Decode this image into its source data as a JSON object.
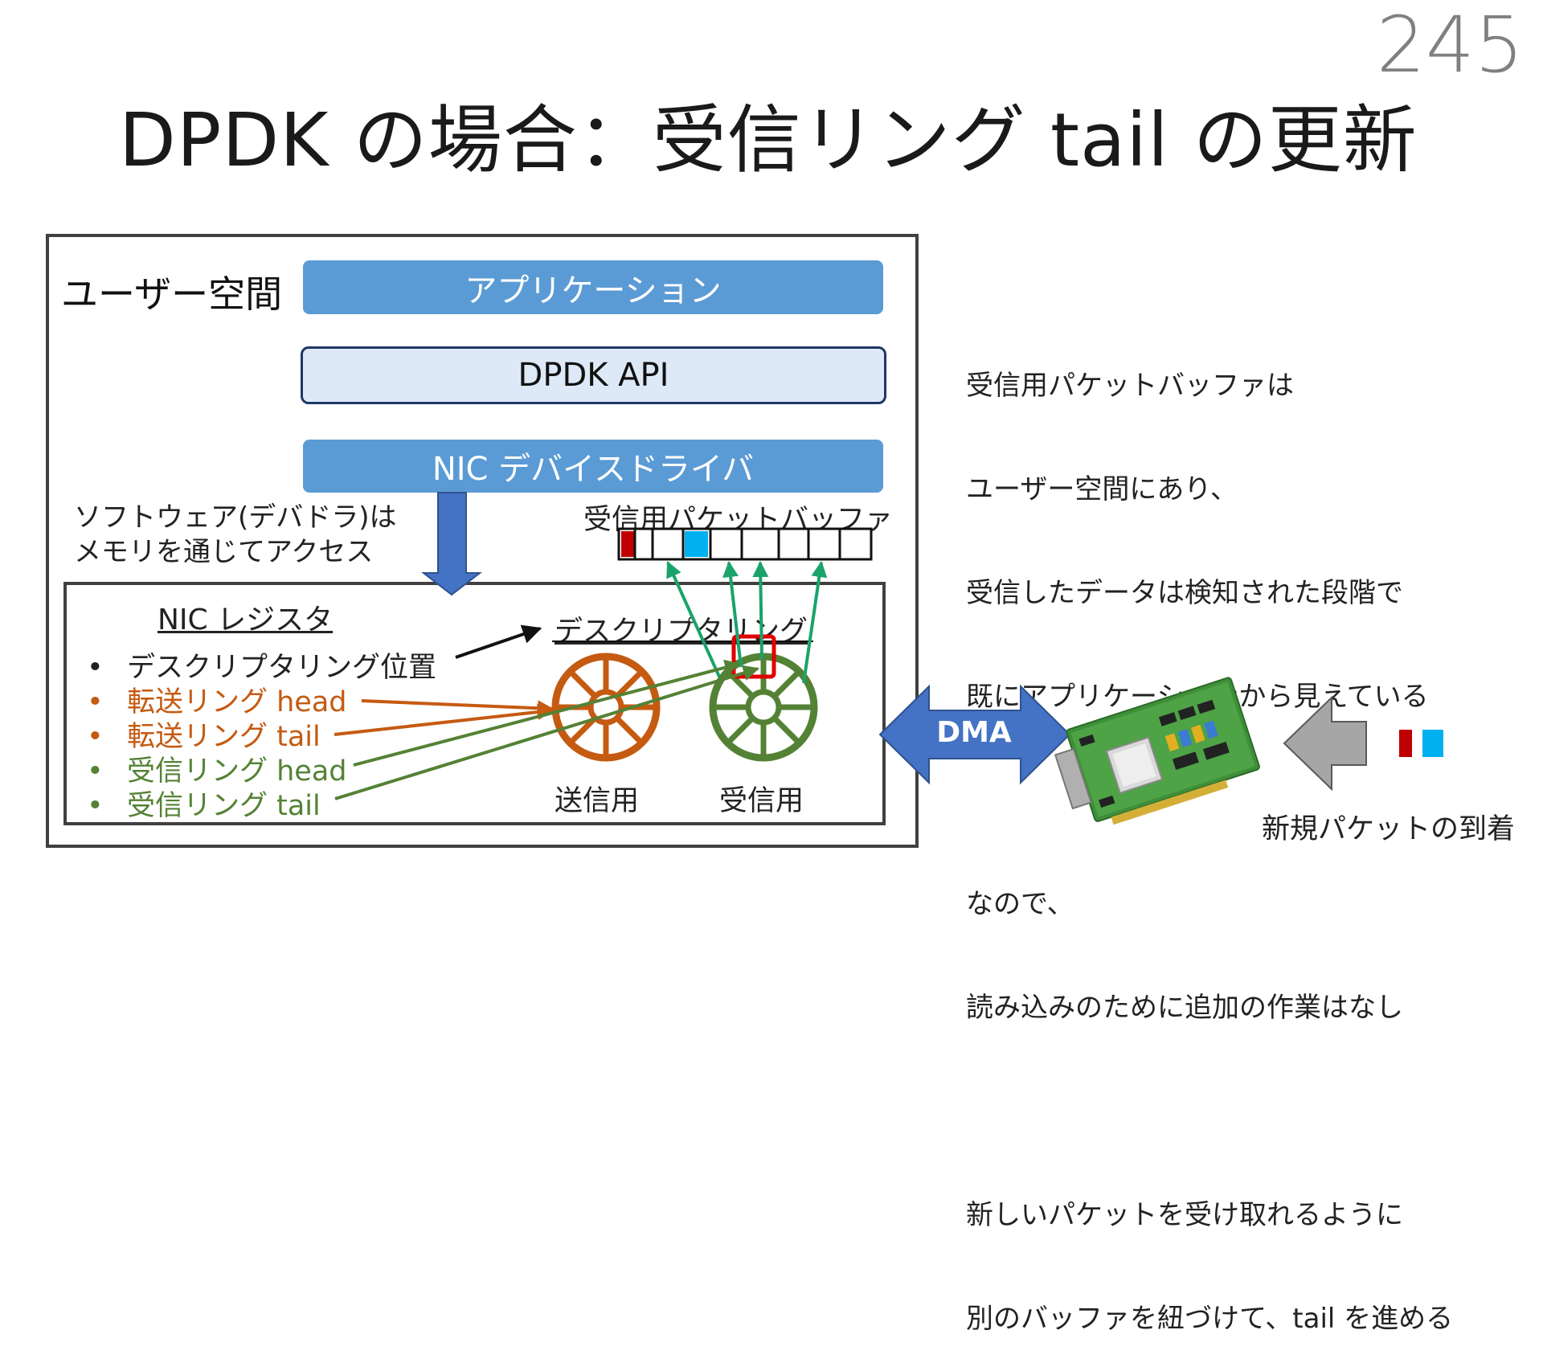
{
  "page_number": "245",
  "title": "DPDK の場合：受信リング tail の更新",
  "user_space_label": "ユーザー空間",
  "layers": {
    "application": "アプリケーション",
    "dpdk_api": "DPDK API",
    "nic_driver": "NIC デバイスドライバ"
  },
  "software_note": [
    "ソフトウェア(デバドラ)は",
    "メモリを通じてアクセス"
  ],
  "buffer_label": "受信用パケットバッファ",
  "nic_register": {
    "title": "NIC レジスタ",
    "items": [
      {
        "label": "デスクリプタリング位置",
        "color": "#111111"
      },
      {
        "label": "転送リング head",
        "color": "#c55a11"
      },
      {
        "label": "転送リング tail",
        "color": "#c55a11"
      },
      {
        "label": "受信リング head",
        "color": "#548235"
      },
      {
        "label": "受信リング tail",
        "color": "#548235"
      }
    ]
  },
  "descriptor_ring_label": "デスクリプタリング",
  "ring_labels": {
    "tx": "送信用",
    "rx": "受信用"
  },
  "dma_label": "DMA",
  "explanation": [
    "受信用パケットバッファは",
    "ユーザー空間にあり、",
    "受信したデータは検知された段階で",
    "既にアプリケーションから見えている",
    "",
    "なので、",
    "読み込みのために追加の作業はなし",
    "",
    "新しいパケットを受け取れるように",
    "別のバッファを紐づけて、tail を進める"
  ],
  "arrival_label": "新規パケットの到着",
  "colors": {
    "accent_blue": "#5b9bd5",
    "arrow_blue": "#4472c4",
    "tx_orange": "#c55a11",
    "rx_green": "#548235",
    "red": "#c00000",
    "cyan": "#00b0f0",
    "gray": "#a6a6a6"
  },
  "icons": [
    "nic-card-icon",
    "packet-icon",
    "arrival-arrow-icon",
    "dma-arrow-icon"
  ]
}
